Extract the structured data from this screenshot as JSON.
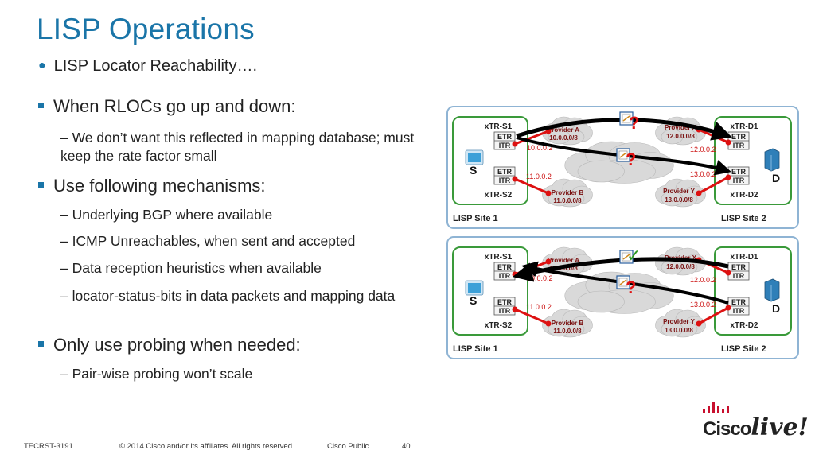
{
  "slide": {
    "title": "LISP Operations",
    "subtitle": "LISP Locator Reachability….",
    "bullets": [
      {
        "text": "When RLOCs go up and down:",
        "subs": [
          "– We don’t want this reflected in mapping database; must keep the rate factor small"
        ]
      },
      {
        "text": "Use following mechanisms:",
        "subs": [
          "– Underlying BGP where available",
          "– ICMP Unreachables, when sent and accepted",
          "– Data reception heuristics when available",
          "– locator-status-bits in data packets and mapping data"
        ]
      },
      {
        "text": "Only use probing when needed:",
        "subs": [
          "– Pair-wise probing won’t scale"
        ]
      }
    ]
  },
  "footer": {
    "session": "TECRST-3191",
    "copyright": "© 2014 Cisco and/or its affiliates. All rights reserved.",
    "classification": "Cisco Public",
    "page": "40"
  },
  "logo": {
    "cisco": "Cisco",
    "live": "live!"
  },
  "diagram": {
    "site1": "LISP Site 1",
    "site2": "LISP Site 2",
    "xtr_s1": "xTR-S1",
    "xtr_s2": "xTR-S2",
    "xtr_d1": "xTR-D1",
    "xtr_d2": "xTR-D2",
    "etr": "ETR",
    "itr": "ITR",
    "src": "S",
    "dst": "D",
    "provider_a": "Provider A",
    "provider_a_prefix": "10.0.0.0/8",
    "provider_b": "Provider B",
    "provider_b_prefix": "11.0.0.0/8",
    "provider_x": "Provider X",
    "provider_x_prefix": "12.0.0.0/8",
    "provider_y": "Provider Y",
    "provider_y_prefix": "13.0.0.0/8",
    "rloc_s1": "10.0.0.2",
    "rloc_s2": "11.0.0.2",
    "rloc_d1": "12.0.0.2",
    "rloc_d2": "13.0.0.2",
    "question_mark": "?",
    "check_mark": "✓"
  }
}
